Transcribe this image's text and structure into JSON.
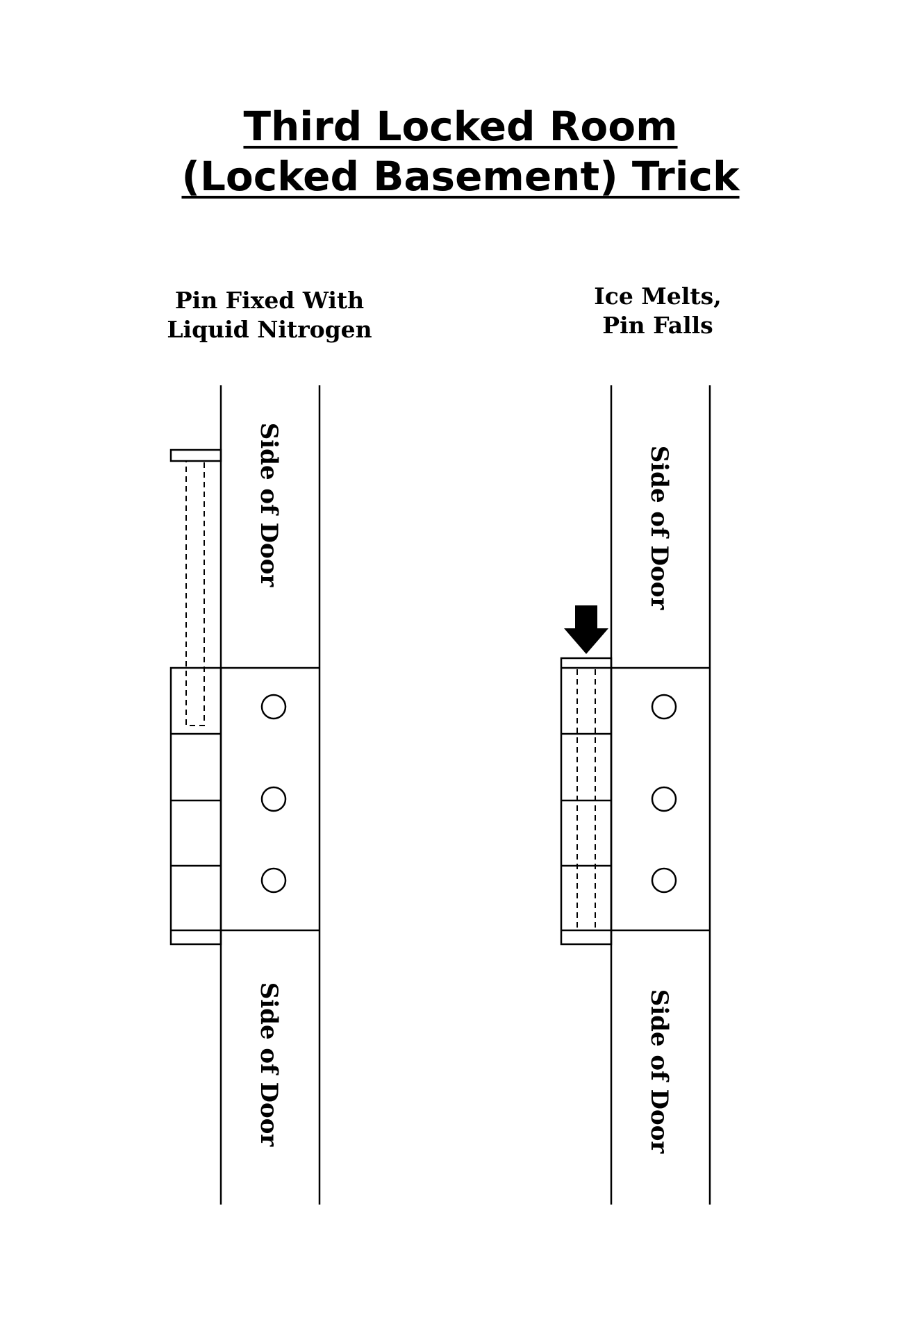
{
  "title": {
    "line1": "Third Locked Room",
    "line2": "(Locked Basement) Trick"
  },
  "left_panel": {
    "caption_line1": "Pin Fixed With",
    "caption_line2": "Liquid Nitrogen",
    "door_label_top": "Side of Door",
    "door_label_bottom": "Side of Door"
  },
  "right_panel": {
    "caption_line1": "Ice Melts,",
    "caption_line2": "Pin Falls",
    "door_label_top": "Side of Door",
    "door_label_bottom": "Side of Door"
  }
}
